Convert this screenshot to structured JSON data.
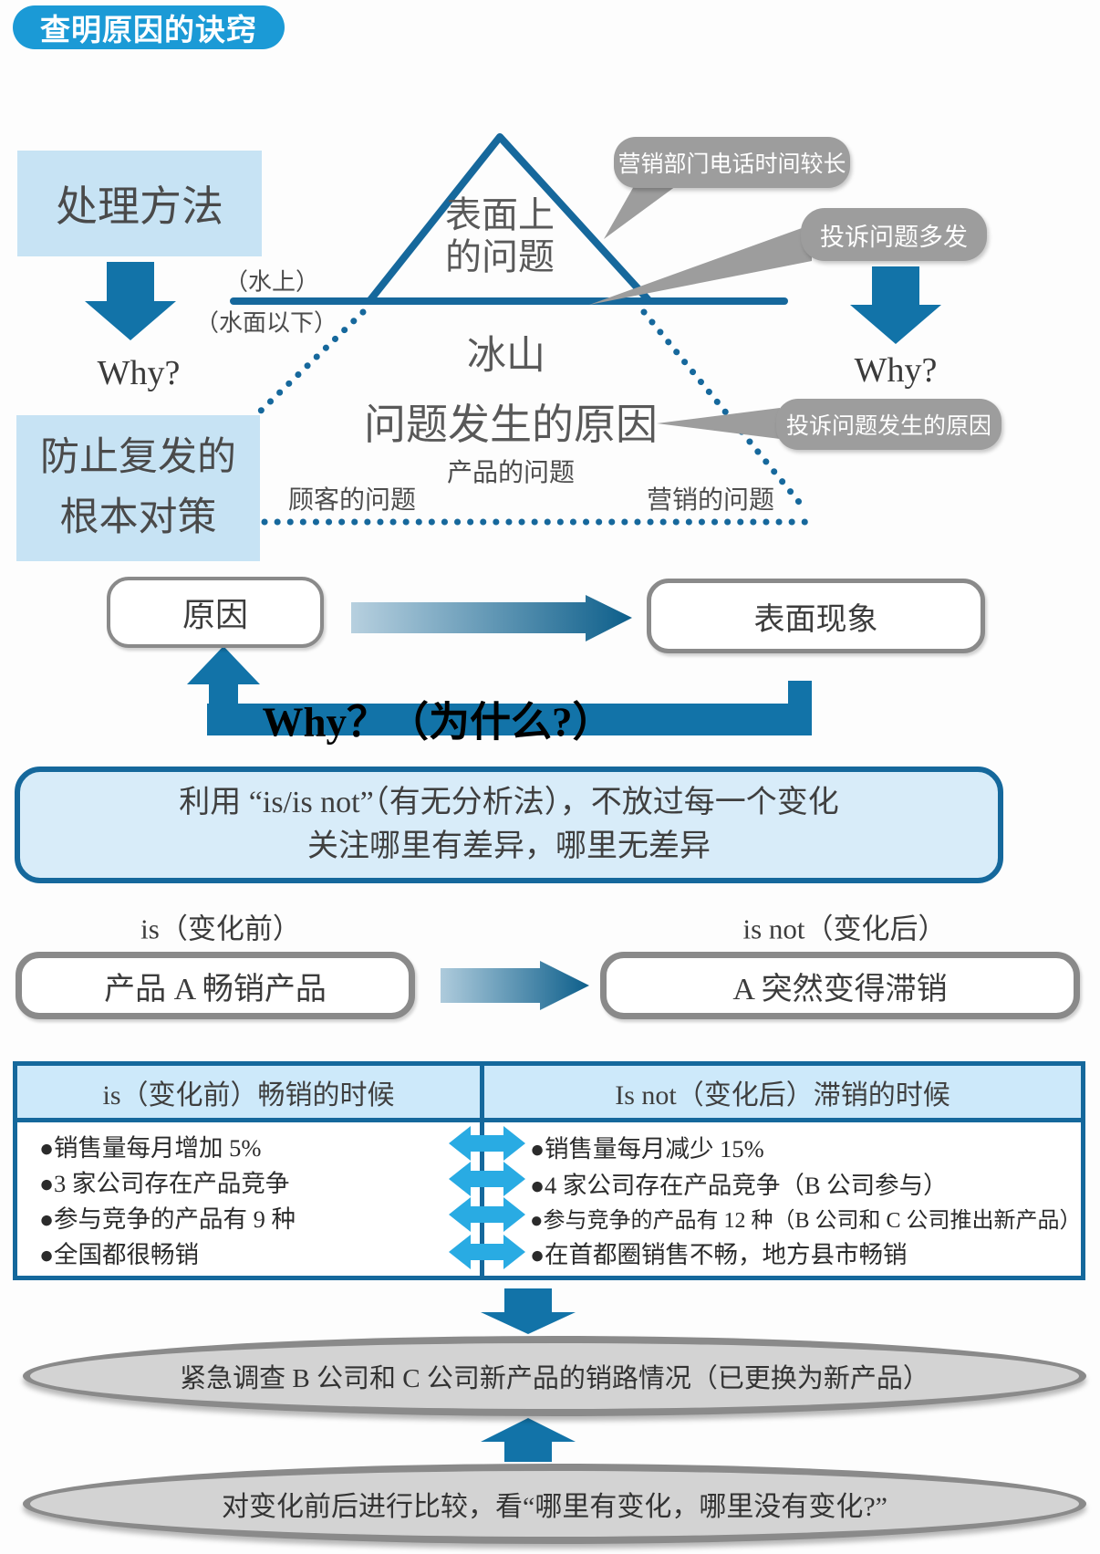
{
  "page": {
    "badge": "查明原因的诀窍"
  },
  "colors": {
    "accent_blue": "#1b9ad6",
    "line_blue": "#16689c",
    "arrow_blue": "#1273a8",
    "double_arrow_blue": "#29abe3",
    "light_blue_fill": "#c7e3f4",
    "info_fill": "#d8ecf9",
    "table_header_fill": "#cde9fa",
    "bubble_gray": "#9d9d9d",
    "ellipse_gray": "#d3d3d3"
  },
  "iceberg": {
    "method": "处理方法",
    "why_left": "Why?",
    "why_right": "Why?",
    "prevention1": "防止复发的",
    "prevention2": "根本对策",
    "above_water": "（水上）",
    "below_water": "（水面以下）",
    "surface1": "表面上",
    "surface2": "的问题",
    "name": "冰山",
    "cause": "问题发生的原因",
    "product": "产品的问题",
    "customer": "顾客的问题",
    "marketing": "营销的问题"
  },
  "bubbles": {
    "phone": "营销部门电话时间较长",
    "complaints": "投诉问题多发",
    "complaint_cause": "投诉问题发生的原因"
  },
  "flow": {
    "cause": "原因",
    "surface": "表面现象",
    "why_loop": "Why？（为什么?）"
  },
  "analysis": {
    "principle1": "利用 “is/is not”（有无分析法），不放过每一个变化",
    "principle2": "关注哪里有差异，哪里无差异",
    "is_label": "is（变化前）",
    "isnot_label": "is not（变化后）",
    "is_value": "产品 A 畅销产品",
    "isnot_value": "A 突然变得滞销"
  },
  "table": {
    "header_left": "is（变化前）畅销的时候",
    "header_right": "Is not（变化后）滞销的时候",
    "left": [
      "●销售量每月增加 5%",
      "●3 家公司存在产品竞争",
      "●参与竞争的产品有 9 种",
      "●全国都很畅销"
    ],
    "right": [
      "●销售量每月减少 15%",
      "●4 家公司存在产品竞争（B 公司参与）",
      "●参与竞争的产品有 12 种（B 公司和 C 公司推出新产品）",
      "●在首都圈销售不畅，地方县市畅销"
    ]
  },
  "conclusion": {
    "investigate": "紧急调查 B 公司和 C 公司新产品的销路情况（已更换为新产品）",
    "compare": "对变化前后进行比较，看“哪里有变化，哪里没有变化?”"
  }
}
